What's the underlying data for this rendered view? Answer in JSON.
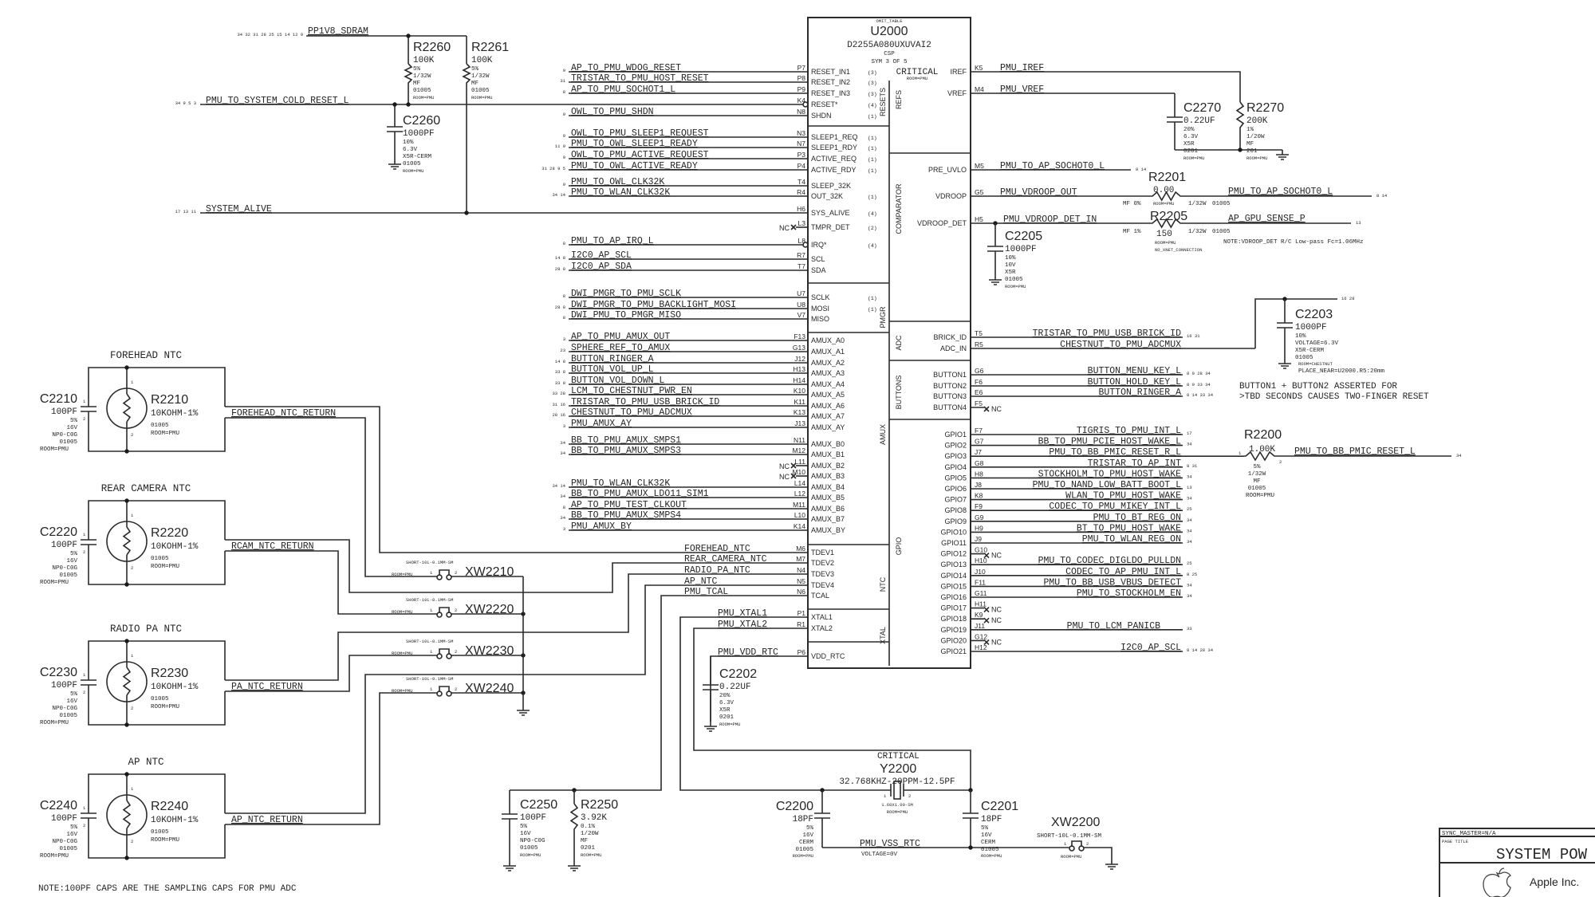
{
  "u2000": {
    "header": "OMIT_TABLE",
    "refdes": "U2000",
    "part": "D2255A080UXUVAI2",
    "package": "CSP",
    "symbol": "SYM 3 OF 5",
    "critical": "CRITICAL",
    "room": "ROOM=PMU",
    "sections_left": [
      "RESETS",
      "PMGR",
      "AMUX",
      "NTC",
      "XTAL"
    ],
    "sections_right": [
      "REFS",
      "COMPARATOR",
      "ADC",
      "BUTTONS",
      "GPIO"
    ],
    "left_pins": [
      {
        "ball": "P7",
        "pin": "RESET_IN1",
        "attr": "(3)",
        "net": "AP_TO_PMU_WDOG_RESET",
        "xref": "9"
      },
      {
        "ball": "P8",
        "pin": "RESET_IN2",
        "attr": "(3)",
        "net": "TRISTAR_TO_PMU_HOST_RESET",
        "xref": "31"
      },
      {
        "ball": "P9",
        "pin": "RESET_IN3",
        "attr": "(3)",
        "net": "AP_TO_PMU_SOCHOT1_L",
        "xref": "8"
      },
      {
        "ball": "K4",
        "pin": "RESET*",
        "attr": "(4)",
        "net": "PMU_TO_SYSTEM_COLD_RESET_L",
        "xref": "34 9 5 3",
        "bubble": true
      },
      {
        "ball": "N8",
        "pin": "SHDN",
        "attr": "(1)",
        "net": "OWL_TO_PMU_SHDN",
        "xref": "9"
      },
      {
        "ball": "N3",
        "pin": "SLEEP1_REQ",
        "attr": "(1)",
        "net": "OWL_TO_PMU_SLEEP1_REQUEST",
        "xref": "9"
      },
      {
        "ball": "N7",
        "pin": "SLEEP1_RDY",
        "attr": "(1)",
        "net": "PMU_TO_OWL_SLEEP1_READY",
        "xref": "11 9"
      },
      {
        "ball": "P3",
        "pin": "ACTIVE_REQ",
        "attr": "(1)",
        "net": "OWL_TO_PMU_ACTIVE_REQUEST",
        "xref": "9"
      },
      {
        "ball": "P4",
        "pin": "ACTIVE_RDY",
        "attr": "(1)",
        "net": "PMU_TO_OWL_ACTIVE_READY",
        "xref": "31 28 9 5"
      },
      {
        "ball": "T4",
        "pin": "SLEEP_32K",
        "attr": "",
        "net": "PMU_TO_OWL_CLK32K",
        "xref": "9"
      },
      {
        "ball": "R4",
        "pin": "OUT_32K",
        "attr": "(1)",
        "net": "PMU_TO_WLAN_CLK32K",
        "xref": "34 14"
      },
      {
        "ball": "H6",
        "pin": "SYS_ALIVE",
        "attr": "(4)",
        "net": "SYSTEM_ALIVE",
        "xref": "17 13 11"
      },
      {
        "ball": "L3",
        "pin": "TMPR_DET",
        "attr": "(2)",
        "net": "NC",
        "nc": true
      },
      {
        "ball": "L8",
        "pin": "IRQ*",
        "attr": "(4)",
        "net": "PMU_TO_AP_IRQ_L",
        "xref": "8",
        "bubble": true
      },
      {
        "ball": "R7",
        "pin": "SCL",
        "attr": "",
        "net": "I2C0_AP_SCL",
        "xref": "14 8"
      },
      {
        "ball": "T7",
        "pin": "SDA",
        "attr": "",
        "net": "I2C0_AP_SDA",
        "xref": "28 8"
      },
      {
        "ball": "U7",
        "pin": "SCLK",
        "attr": "(1)",
        "net": "DWI_PMGR_TO_PMU_SCLK",
        "xref": "8"
      },
      {
        "ball": "U8",
        "pin": "MOSI",
        "attr": "(1)",
        "net": "DWI_PMGR_TO_PMU_BACKLIGHT_MOSI",
        "xref": "28 8"
      },
      {
        "ball": "V7",
        "pin": "MISO",
        "attr": "",
        "net": "DWI_PMU_TO_PMGR_MISO",
        "xref": "8"
      },
      {
        "ball": "F13",
        "pin": "AMUX_A0",
        "attr": "",
        "net": "AP_TO_PMU_AMUX_OUT",
        "xref": "3"
      },
      {
        "ball": "G13",
        "pin": "AMUX_A1",
        "attr": "",
        "net": "SPHERE_REF_TO_AMUX",
        "xref": "23"
      },
      {
        "ball": "J12",
        "pin": "AMUX_A2",
        "attr": "",
        "net": "BUTTON_RINGER_A",
        "xref": "14 8"
      },
      {
        "ball": "H13",
        "pin": "AMUX_A3",
        "attr": "",
        "net": "BUTTON_VOL_UP_L",
        "xref": "33 8"
      },
      {
        "ball": "H14",
        "pin": "AMUX_A4",
        "attr": "",
        "net": "BUTTON_VOL_DOWN_L",
        "xref": "33 8"
      },
      {
        "ball": "K10",
        "pin": "AMUX_A5",
        "attr": "",
        "net": "LCM_TO_CHESTNUT_PWR_EN",
        "xref": "33 28"
      },
      {
        "ball": "K11",
        "pin": "AMUX_A6",
        "attr": "",
        "net": "TRISTAR_TO_PMU_USB_BRICK_ID",
        "xref": "31 16"
      },
      {
        "ball": "K13",
        "pin": "AMUX_A7",
        "attr": "",
        "net": "CHESTNUT_TO_PMU_ADCMUX",
        "xref": "28 16"
      },
      {
        "ball": "J13",
        "pin": "AMUX_AY",
        "attr": "",
        "net": "PMU_AMUX_AY",
        "xref": "3"
      },
      {
        "ball": "N11",
        "pin": "AMUX_B0",
        "attr": "",
        "net": "BB_TO_PMU_AMUX_SMPS1",
        "xref": "34"
      },
      {
        "ball": "M12",
        "pin": "AMUX_B1",
        "attr": "",
        "net": "BB_TO_PMU_AMUX_SMPS3",
        "xref": "34"
      },
      {
        "ball": "L11",
        "pin": "AMUX_B2",
        "attr": "",
        "net": "NC",
        "nc": true
      },
      {
        "ball": "M10",
        "pin": "AMUX_B3",
        "attr": "",
        "net": "NC",
        "nc": true
      },
      {
        "ball": "L14",
        "pin": "AMUX_B4",
        "attr": "",
        "net": "PMU_TO_WLAN_CLK32K",
        "xref": "34 14"
      },
      {
        "ball": "L12",
        "pin": "AMUX_B5",
        "attr": "",
        "net": "BB_TO_PMU_AMUX_LDO11_SIM1",
        "xref": "34"
      },
      {
        "ball": "M11",
        "pin": "AMUX_B6",
        "attr": "",
        "net": "AP_TO_PMU_TEST_CLKOUT",
        "xref": "8"
      },
      {
        "ball": "L10",
        "pin": "AMUX_B7",
        "attr": "",
        "net": "BB_TO_PMU_AMUX_SMPS4",
        "xref": "34"
      },
      {
        "ball": "K14",
        "pin": "AMUX_BY",
        "attr": "",
        "net": "PMU_AMUX_BY",
        "xref": "3"
      }
    ],
    "ntc_pins": [
      {
        "ball": "M6",
        "pin": "TDEV1",
        "net": "FOREHEAD_NTC"
      },
      {
        "ball": "M7",
        "pin": "TDEV2",
        "net": "REAR_CAMERA_NTC"
      },
      {
        "ball": "N4",
        "pin": "TDEV3",
        "net": "RADIO_PA_NTC"
      },
      {
        "ball": "N5",
        "pin": "TDEV4",
        "net": "AP_NTC"
      },
      {
        "ball": "N6",
        "pin": "TCAL",
        "net": "PMU_TCAL"
      }
    ],
    "xtal_pins": [
      {
        "ball": "P1",
        "pin": "XTAL1",
        "net": "PMU_XTAL1"
      },
      {
        "ball": "R1",
        "pin": "XTAL2",
        "net": "PMU_XTAL2"
      },
      {
        "ball": "P6",
        "pin": "VDD_RTC",
        "net": "PMU_VDD_RTC"
      }
    ],
    "right_pins": [
      {
        "pin": "IREF",
        "ball": "K5",
        "net": "PMU_IREF"
      },
      {
        "pin": "VREF",
        "ball": "M4",
        "net": "PMU_VREF"
      },
      {
        "pin": "PRE_UVLO",
        "ball": "M5",
        "net": "PMU_TO_AP_SOCHOT0_L",
        "xref": "8 14"
      },
      {
        "pin": "VDROOP",
        "ball": "G5",
        "net": "PMU_VDROOP_OUT"
      },
      {
        "pin": "VDROOP_DET",
        "ball": "H5",
        "net": "PMU_VDROOP_DET_IN"
      }
    ],
    "adc_pins": [
      {
        "pin": "BRICK_ID",
        "ball": "T5",
        "net": "TRISTAR_TO_PMU_USB_BRICK_ID",
        "xref": "16 31"
      },
      {
        "pin": "ADC_IN",
        "ball": "R5",
        "net": "CHESTNUT_TO_PMU_ADCMUX"
      },
      {
        "pin": "BUTTON1",
        "ball": "G6",
        "net": "BUTTON_MENU_KEY_L",
        "xref": "8 9 28 34"
      },
      {
        "pin": "BUTTON2",
        "ball": "F6",
        "net": "BUTTON_HOLD_KEY_L",
        "xref": "8 9 33 34"
      },
      {
        "pin": "BUTTON3",
        "ball": "E6",
        "net": "BUTTON_RINGER_A",
        "xref": "8 14 33 34"
      },
      {
        "pin": "BUTTON4",
        "ball": "F5",
        "net": "NC",
        "nc": true
      }
    ],
    "gpio_pins": [
      {
        "pin": "GPIO1",
        "ball": "F7",
        "net": "TIGRIS_TO_PMU_INT_L",
        "xref": "17"
      },
      {
        "pin": "GPIO2",
        "ball": "G7",
        "net": "BB_TO_PMU_PCIE_HOST_WAKE_L",
        "xref": "34"
      },
      {
        "pin": "GPIO3",
        "ball": "J7",
        "net": "PMU_TO_BB_PMIC_RESET_R_L"
      },
      {
        "pin": "GPIO4",
        "ball": "G8",
        "net": "TRISTAR_TO_AP_INT",
        "xref": "8 31"
      },
      {
        "pin": "GPIO5",
        "ball": "H8",
        "net": "STOCKHOLM_TO_PMU_HOST_WAKE",
        "xref": "34"
      },
      {
        "pin": "GPIO6",
        "ball": "J8",
        "net": "PMU_TO_NAND_LOW_BATT_BOOT_L",
        "xref": "13"
      },
      {
        "pin": "GPIO7",
        "ball": "K8",
        "net": "WLAN_TO_PMU_HOST_WAKE",
        "xref": "34"
      },
      {
        "pin": "GPIO8",
        "ball": "F9",
        "net": "CODEC_TO_PMU_MIKEY_INT_L",
        "xref": "25"
      },
      {
        "pin": "GPIO9",
        "ball": "G9",
        "net": "PMU_TO_BT_REG_ON",
        "xref": "34"
      },
      {
        "pin": "GPIO10",
        "ball": "H9",
        "net": "BT_TO_PMU_HOST_WAKE",
        "xref": "34"
      },
      {
        "pin": "GPIO11",
        "ball": "J9",
        "net": "PMU_TO_WLAN_REG_ON",
        "xref": "34"
      },
      {
        "pin": "GPIO12",
        "ball": "G10",
        "net": "NC",
        "nc": true
      },
      {
        "pin": "GPIO13",
        "ball": "H10",
        "net": "PMU_TO_CODEC_DIGLDO_PULLDN",
        "xref": "25"
      },
      {
        "pin": "GPIO14",
        "ball": "J10",
        "net": "CODEC_TO_AP_PMU_INT_L",
        "xref": "8 25"
      },
      {
        "pin": "GPIO15",
        "ball": "F11",
        "net": "PMU_TO_BB_USB_VBUS_DETECT",
        "xref": "34"
      },
      {
        "pin": "GPIO16",
        "ball": "G11",
        "net": "PMU_TO_STOCKHOLM_EN",
        "xref": "34"
      },
      {
        "pin": "GPIO17",
        "ball": "H11",
        "net": "NC",
        "nc": true
      },
      {
        "pin": "GPIO18",
        "ball": "K9",
        "net": "NC",
        "nc": true
      },
      {
        "pin": "GPIO19",
        "ball": "J11",
        "net": "PMU_TO_LCM_PANICB",
        "xref": "33"
      },
      {
        "pin": "GPIO20",
        "ball": "G12",
        "net": "NC",
        "nc": true
      },
      {
        "pin": "GPIO21",
        "ball": "H12",
        "net": "I2C0_AP_SCL",
        "xref": "8 14 28 34"
      }
    ]
  },
  "nets": {
    "pp1v8": "PP1V8_SDRAM",
    "pp1v8_xref": "34 32 31 28 25 15 14 12 9",
    "sochot0_out": "PMU_TO_AP_SOCHOT0_L",
    "sochot0_xref": "8 14",
    "gpu_sense": "AP_GPU_SENSE_P",
    "gpu_xref": "13",
    "adc_xref": "16 28",
    "bb_reset": "PMU_TO_BB_PMIC_RESET_L",
    "bb_xref": "34",
    "vss_rtc": "PMU_VSS_RTC",
    "vss_voltage": "VOLTAGE=0V"
  },
  "components": {
    "R2260": {
      "ref": "R2260",
      "value": "100K",
      "specs": [
        "5%",
        "1/32W",
        "MF",
        "01005"
      ],
      "room": "ROOM=PMU"
    },
    "R2261": {
      "ref": "R2261",
      "value": "100K",
      "specs": [
        "5%",
        "1/32W",
        "MF",
        "01005"
      ],
      "room": "ROOM=PMU"
    },
    "C2260": {
      "ref": "C2260",
      "value": "1000PF",
      "specs": [
        "10%",
        "6.3V",
        "X5R-CERM",
        "01005"
      ],
      "room": "ROOM=PMU"
    },
    "C2270": {
      "ref": "C2270",
      "value": "0.22UF",
      "specs": [
        "20%",
        "6.3V",
        "X5R",
        "0201"
      ],
      "room": "ROOM=PMU"
    },
    "R2270": {
      "ref": "R2270",
      "value": "200K",
      "specs": [
        "1%",
        "1/20W",
        "MF",
        "201"
      ],
      "room": "ROOM=PMU"
    },
    "R2201": {
      "ref": "R2201",
      "value": "0.00",
      "specs": [
        "MF 0%",
        "1/32W",
        "01005"
      ],
      "room": "ROOM=PMU"
    },
    "R2205": {
      "ref": "R2205",
      "value": "150",
      "specs": [
        "MF 1%",
        "1/32W",
        "01005"
      ],
      "room": "ROOM=PMU",
      "extra": "NO_XNET_CONNECTION"
    },
    "C2205": {
      "ref": "C2205",
      "value": "1000PF",
      "specs": [
        "10%",
        "10V",
        "X5R",
        "01005"
      ],
      "room": "ROOM=PMU"
    },
    "C2203": {
      "ref": "C2203",
      "value": "1000PF",
      "specs": [
        "10%",
        "VOLTAGE=6.3V",
        "X5R-CERM",
        "01005"
      ],
      "room": "ROOM=CHESTNUT",
      "extra": "PLACE_NEAR=U2000.R5:20mm"
    },
    "R2200": {
      "ref": "R2200",
      "value": "1.00K",
      "specs": [
        "5%",
        "1/32W",
        "MF",
        "01005"
      ],
      "room": "ROOM=PMU"
    },
    "C2202": {
      "ref": "C2202",
      "value": "0.22UF",
      "specs": [
        "20%",
        "6.3V",
        "X5R",
        "0201"
      ],
      "room": "ROOM=PMU"
    },
    "C2250": {
      "ref": "C2250",
      "value": "100PF",
      "specs": [
        "5%",
        "16V",
        "NP0-C0G",
        "01005"
      ],
      "room": "ROOM=PMU"
    },
    "R2250": {
      "ref": "R2250",
      "value": "3.92K",
      "specs": [
        "0.1%",
        "1/20W",
        "MF",
        "0201"
      ],
      "room": "ROOM=PMU"
    },
    "C2200": {
      "ref": "C2200",
      "value": "18PF",
      "specs": [
        "5%",
        "16V",
        "CERM",
        "01005"
      ],
      "room": "ROOM=PMU"
    },
    "C2201": {
      "ref": "C2201",
      "value": "18PF",
      "specs": [
        "5%",
        "16V",
        "CERM",
        "01005"
      ],
      "room": "ROOM=PMU"
    },
    "Y2200": {
      "ref": "Y2200",
      "critical": "CRITICAL",
      "value": "32.768KHZ-20PPM-12.5PF",
      "pkg": "1.60X1.00-SM",
      "room": "ROOM=PMU"
    },
    "XW2200": {
      "ref": "XW2200",
      "value": "SHORT-10L-0.1MM-SM",
      "room": "ROOM=PMU"
    }
  },
  "ntc_blocks": [
    {
      "title": "FOREHEAD NTC",
      "cap": "C2210",
      "res": "R2210",
      "return_net": "FOREHEAD_NTC_RETURN",
      "xw": "XW2210"
    },
    {
      "title": "REAR CAMERA NTC",
      "cap": "C2220",
      "res": "R2220",
      "return_net": "RCAM_NTC_RETURN",
      "xw": "XW2220"
    },
    {
      "title": "RADIO PA NTC",
      "cap": "C2230",
      "res": "R2230",
      "return_net": "PA_NTC_RETURN",
      "xw": "XW2230"
    },
    {
      "title": "AP NTC",
      "cap": "C2240",
      "res": "R2240",
      "return_net": "AP_NTC_RETURN",
      "xw": "XW2240"
    }
  ],
  "ntc_common": {
    "cap_value": "100PF",
    "cap_specs": [
      "5%",
      "16V",
      "NP0-C0G",
      "01005"
    ],
    "room": "ROOM=PMU",
    "res_value": "10KOHM-1%",
    "res_pkg": "01005",
    "xw_value": "SHORT-10L-0.1MM-SM"
  },
  "pin_numbers": {
    "one": "1",
    "two": "2"
  },
  "notes": {
    "vdroop": "NOTE:VDROOP_DET R/C Low-pass Fc=1.06MHz",
    "button1": "BUTTON1 + BUTTON2 ASSERTED FOR",
    "button2": ">TBD SECONDS CAUSES TWO-FINGER RESET",
    "sampling": "NOTE:100PF CAPS ARE THE SAMPLING CAPS FOR PMU ADC"
  },
  "title_block": {
    "sync_master": "SYNC_MASTER=N/A",
    "page_title_label": "PAGE TITLE",
    "page_title": "SYSTEM POW",
    "company": "Apple Inc.",
    "logo": "apple-logo"
  }
}
